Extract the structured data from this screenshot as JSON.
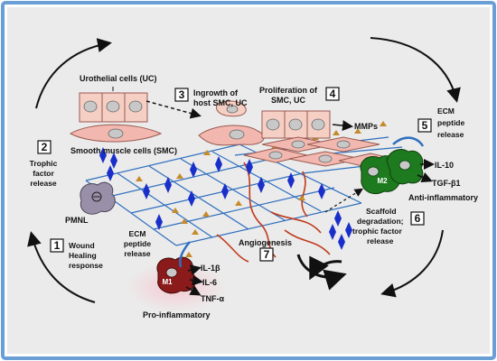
{
  "labels": {
    "urothelial": "Urothelial cells (UC)",
    "smc": "Smooth muscle cells (SMC)",
    "trophic_1": "Trophic",
    "trophic_2": "factor",
    "trophic_3": "release",
    "pmnl": "PMNL",
    "wound_1": "Wound",
    "wound_2": "Healing",
    "wound_3": "response",
    "ingrowth_1": "Ingrowth of",
    "ingrowth_2": "host SMC, UC",
    "prolif_1": "Proliferation of",
    "prolif_2": "SMC, UC",
    "mmps": "MMPs",
    "ecm_right_1": "ECM",
    "ecm_right_2": "peptide",
    "ecm_right_3": "release",
    "m2": "M2",
    "il10": "IL-10",
    "tgf": "TGF-β1",
    "anti": "Anti-inflammatory",
    "scaffold_1": "Scaffold",
    "scaffold_2": "degradation;",
    "scaffold_3": "trophic factor",
    "scaffold_4": "release",
    "angio": "Angiogenesis",
    "ecm_left_1": "ECM",
    "ecm_left_2": "peptide",
    "ecm_left_3": "release",
    "m1": "M1",
    "il1b": "IL-1β",
    "il6": "IL-6",
    "tnf": "TNF-α",
    "pro": "Pro-inflammatory"
  },
  "steps": [
    "1",
    "2",
    "3",
    "4",
    "5",
    "6",
    "7"
  ],
  "colors": {
    "border": "#6a9fd6",
    "background": "#ebebeb",
    "grid": "#2f6fbf",
    "cell_fill": "#f5cfc4",
    "cell_stroke": "#9a5a50",
    "smc_fill": "#f2b8b0",
    "nucleus": "#c8c8c8",
    "diamond": "#1a2fc9",
    "triangle": "#c58a2a",
    "fiber": "#c0391b",
    "m1": "#8b1a1a",
    "m2": "#1e7a1e",
    "pmnl": "#9a8fa8",
    "pro_glow": "#f7c8d0"
  }
}
